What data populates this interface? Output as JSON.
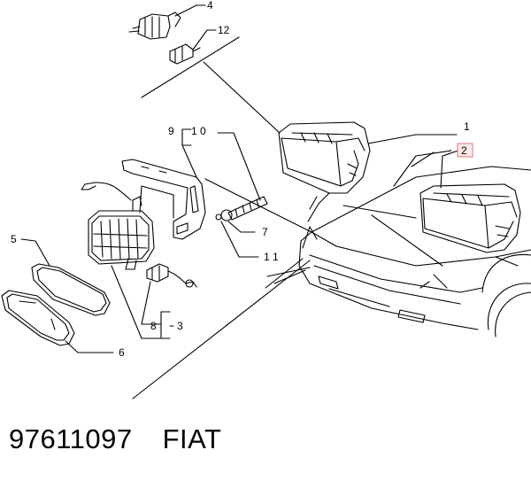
{
  "callouts": {
    "c1": "1",
    "c2": "2",
    "c3": "3",
    "c4": "4",
    "c5": "5",
    "c6": "6",
    "c7": "7",
    "c8": "8",
    "c9": "9",
    "c10": "1 0",
    "c11": "1 1",
    "c12": "12"
  },
  "footer": {
    "part_number": "97611097",
    "brand": "FIAT"
  },
  "colors": {
    "line": "#000000",
    "highlight_box": "#e07a7a",
    "background": "#ffffff"
  }
}
